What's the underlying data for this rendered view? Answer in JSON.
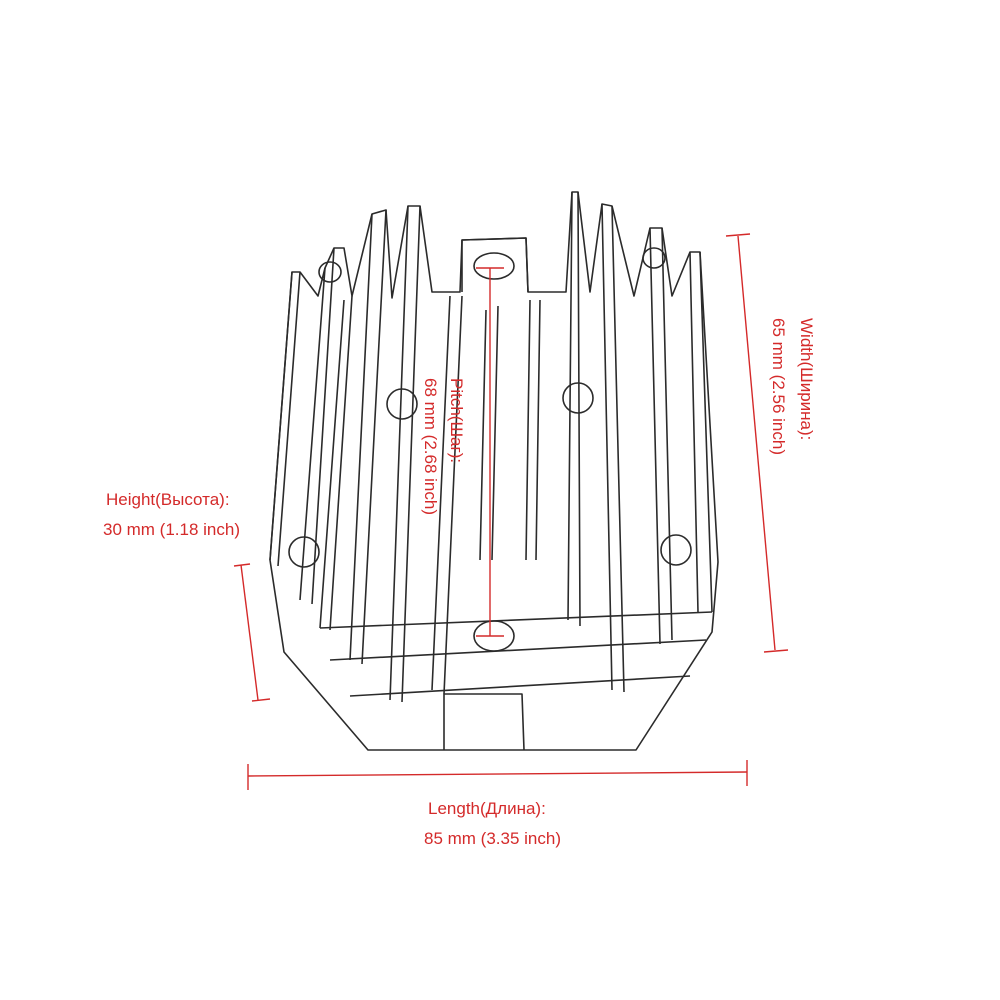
{
  "colors": {
    "dimension": "#d42a2a",
    "outline": "#2b2b2b"
  },
  "dimensions": {
    "height": {
      "title": "Height(Высота):",
      "value": "30 mm (1.18 inch)"
    },
    "length": {
      "title": "Length(Длина):",
      "value": "85 mm (3.35 inch)"
    },
    "width": {
      "title": "Width(Ширина):",
      "value": "65 mm (2.56 inch)"
    },
    "pitch": {
      "title": "Pitch(Шаг):",
      "value": "68 mm (2.68 inch)"
    }
  }
}
